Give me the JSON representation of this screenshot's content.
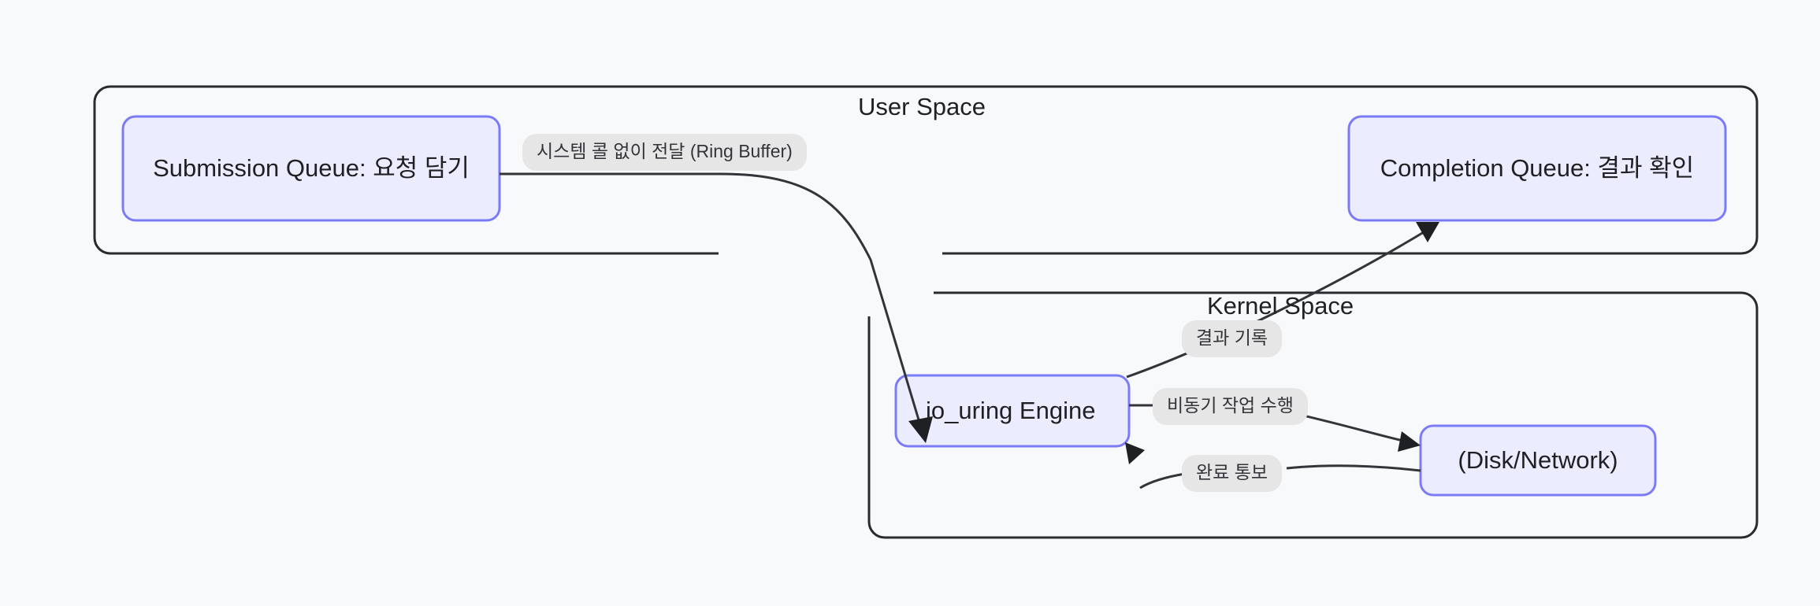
{
  "diagram": {
    "type": "flowchart",
    "title_visible": false,
    "background_color": "#f8f9fb",
    "node_fill": "#ececff",
    "node_stroke": "#7b7bf7",
    "cluster_stroke": "#2a2b2e",
    "edge_color": "#33343a",
    "edge_label_background": "#e6e6e6",
    "clusters": [
      {
        "id": "user-space",
        "title": "User Space"
      },
      {
        "id": "kernel-space",
        "title": "Kernel Space"
      }
    ],
    "nodes": [
      {
        "id": "submission-queue",
        "label": "Submission Queue: 요청 담기",
        "cluster": "user-space"
      },
      {
        "id": "completion-queue",
        "label": "Completion Queue: 결과 확인",
        "cluster": "user-space"
      },
      {
        "id": "io-uring-engine",
        "label": "io_uring Engine",
        "cluster": "kernel-space"
      },
      {
        "id": "disk-network",
        "label": "(Disk/Network)",
        "cluster": "kernel-space"
      }
    ],
    "edges": [
      {
        "id": "sq-to-engine",
        "from": "submission-queue",
        "to": "io-uring-engine",
        "label": "시스템 콜 없이 전달 (Ring Buffer)"
      },
      {
        "id": "engine-to-cq",
        "from": "io-uring-engine",
        "to": "completion-queue",
        "label": "결과 기록"
      },
      {
        "id": "engine-to-device",
        "from": "io-uring-engine",
        "to": "disk-network",
        "label": "비동기 작업 수행"
      },
      {
        "id": "device-to-engine",
        "from": "disk-network",
        "to": "io-uring-engine",
        "label": "완료 통보"
      }
    ]
  }
}
